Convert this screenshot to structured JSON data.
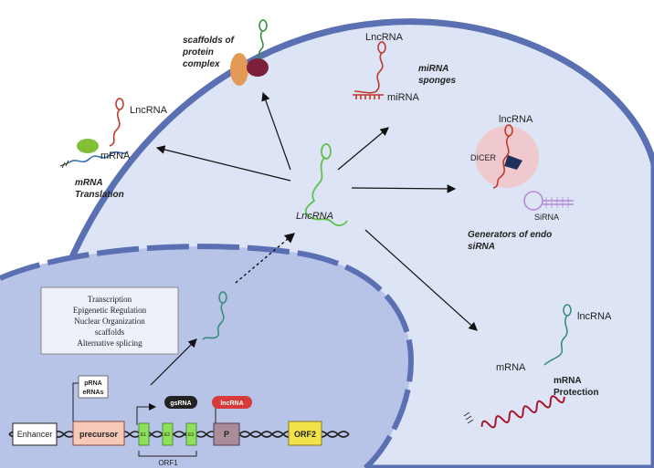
{
  "functions": {
    "scaffolds": "scaffolds of protein complex",
    "scaffolds_lines": [
      "scaffolds of",
      "protein",
      "complex"
    ],
    "translation_lines": [
      "mRNA",
      "Translation"
    ],
    "sponges_lines": [
      "miRNA",
      "sponges"
    ],
    "endo_sirna_lines": [
      "Generators of endo",
      "siRNA"
    ],
    "protection_lines": [
      "mRNA",
      "Protection"
    ]
  },
  "molecules": {
    "center": "LncRNA",
    "top_lncrna": "LncRNA",
    "mirna": "miRNA",
    "left_lncrna": "LncRNA",
    "left_mrna": "mRNA",
    "dicer_lncrna": "lncRNA",
    "dicer": "DICER",
    "sirna": "SiRNA",
    "protect_lncrna": "lncRNA",
    "protect_mrna": "mRNA"
  },
  "nucleus_box": [
    "Transcription",
    "Epigenetic Regulation",
    "Nuclear Organization",
    "scaffolds",
    "Alternative splicing"
  ],
  "gene": {
    "enhancer": "Enhancer",
    "precursor": "precursor",
    "prna": [
      "pRNA",
      "eRNAs"
    ],
    "gsrna": "gsRNA",
    "lncrna_tag": "lncRNA",
    "exons": [
      "E1",
      "E2",
      "E3"
    ],
    "promoter": "P",
    "orf2": "ORF2",
    "orf1": "ORF1"
  },
  "colors": {
    "cell_fill": "#dce3f4",
    "cell_border": "#5a6fb3",
    "nucleus_fill": "#b5c1e6",
    "lncrna_green": "#5fc14e",
    "lncrna_red": "#c0392b",
    "mrna_blue": "#3d6fb6"
  }
}
